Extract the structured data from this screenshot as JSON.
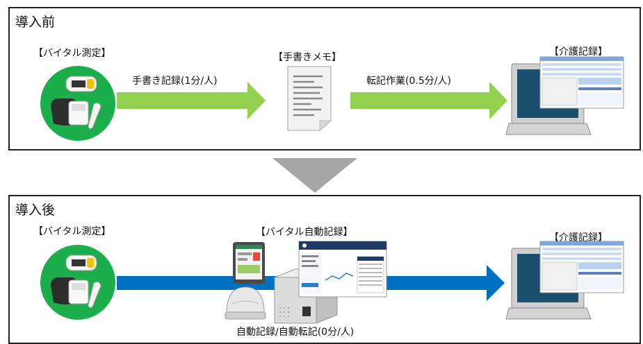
{
  "before": {
    "title": "導入前",
    "vital_label": "【バイタル測定】",
    "arrow1_label": "手書き記録(1分/人)",
    "memo_label": "【手書きメモ】",
    "arrow2_label": "転記作業(0.5分/人)",
    "record_label": "【介護記録】"
  },
  "after": {
    "title": "導入後",
    "vital_label": "【バイタル測定】",
    "system_label": "【バイタル自動記録】",
    "record_label": "【介護記録】",
    "bottom_label": "自動記録/自動転記(0分/人)"
  },
  "colors": {
    "green_arrow": "#92D050",
    "blue_arrow": "#0070C0",
    "gray_arrow": "#A6A6A6",
    "device_circle": "#1BAE4A"
  },
  "icons": [
    "vital-devices-icon",
    "memo-icon",
    "laptop-icon",
    "tablet-icon",
    "base-station-icon",
    "server-icon",
    "monitor-screen-icon"
  ]
}
